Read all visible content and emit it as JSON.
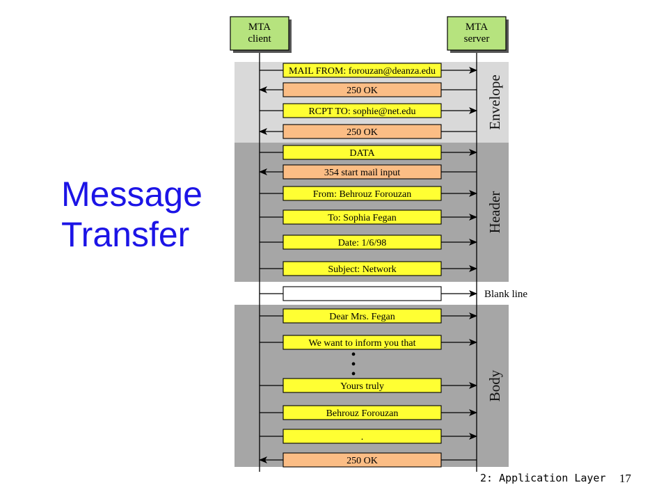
{
  "title_lines": [
    "Message",
    "Transfer"
  ],
  "footer": {
    "label": "2: Application Layer",
    "page": "17"
  },
  "client_label": [
    "MTA",
    "client"
  ],
  "server_label": [
    "MTA",
    "server"
  ],
  "sections": [
    {
      "name": "Envelope",
      "color": "#d9d9d9"
    },
    {
      "name": "Header",
      "color": "#a6a6a6"
    },
    {
      "name": "Body",
      "color": "#a6a6a6"
    }
  ],
  "blank_line_label": "Blank line",
  "ellipsis": "•",
  "colors": {
    "client_server_box": "#b6e37e",
    "to_server_box": "#ffff33",
    "to_client_box": "#fbbd85",
    "blank_box": "#ffffff"
  },
  "messages": [
    {
      "text": "MAIL FROM: forouzan@deanza.edu",
      "dir": "to-server",
      "kind": "command"
    },
    {
      "text": "250 OK",
      "dir": "to-client",
      "kind": "reply"
    },
    {
      "text": "RCPT TO: sophie@net.edu",
      "dir": "to-server",
      "kind": "command"
    },
    {
      "text": "250 OK",
      "dir": "to-client",
      "kind": "reply"
    },
    {
      "text": "DATA",
      "dir": "to-server",
      "kind": "command"
    },
    {
      "text": "354 start mail input",
      "dir": "to-client",
      "kind": "reply"
    },
    {
      "text": "From: Behrouz Forouzan",
      "dir": "to-server",
      "kind": "command"
    },
    {
      "text": "To: Sophia Fegan",
      "dir": "to-server",
      "kind": "command"
    },
    {
      "text": "Date: 1/6/98",
      "dir": "to-server",
      "kind": "command"
    },
    {
      "text": "Subject: Network",
      "dir": "to-server",
      "kind": "command"
    },
    {
      "text": "",
      "dir": "to-server",
      "kind": "blank"
    },
    {
      "text": "Dear Mrs. Fegan",
      "dir": "to-server",
      "kind": "command"
    },
    {
      "text": "We want to inform you that",
      "dir": "to-server",
      "kind": "command"
    },
    {
      "text": "Yours truly",
      "dir": "to-server",
      "kind": "command"
    },
    {
      "text": "Behrouz Forouzan",
      "dir": "to-server",
      "kind": "command"
    },
    {
      "text": ".",
      "dir": "to-server",
      "kind": "command"
    },
    {
      "text": "250 OK",
      "dir": "to-client",
      "kind": "reply"
    }
  ]
}
